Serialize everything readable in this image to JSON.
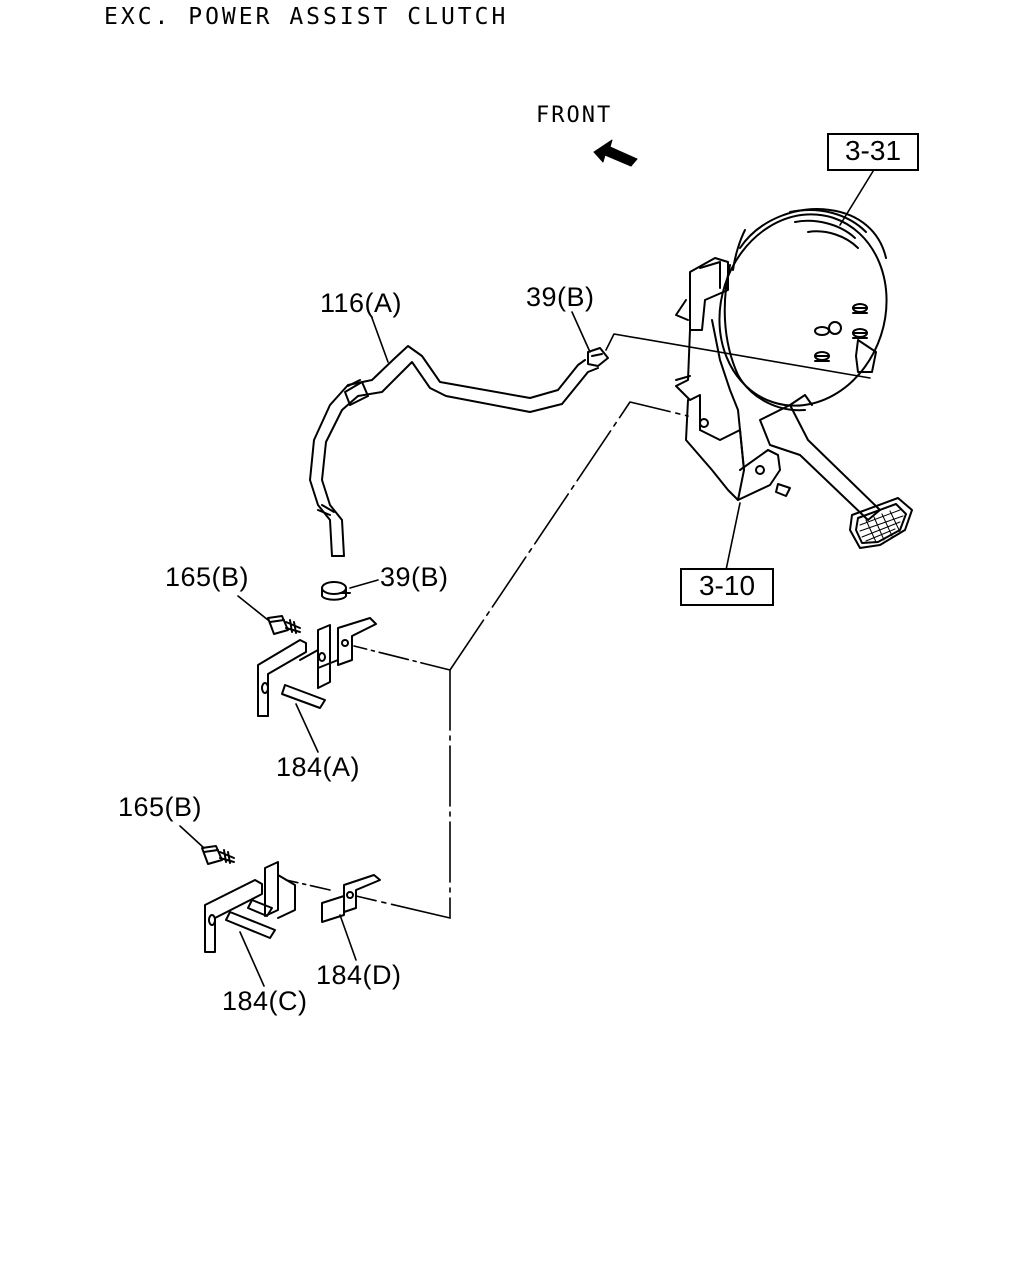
{
  "title": "EXC. POWER ASSIST CLUTCH",
  "orientation": {
    "label": "FRONT",
    "arrow_icon": "front-arrow-icon"
  },
  "reference_boxes": {
    "ref_3_31": "3-31",
    "ref_3_10": "3-10"
  },
  "callouts": {
    "hose_116a": "116(A)",
    "clip_39b_upper": "39(B)",
    "clip_39b_lower": "39(B)",
    "bolt_165b_upper": "165(B)",
    "bolt_165b_lower": "165(B)",
    "bracket_184a": "184(A)",
    "bracket_184c": "184(C)",
    "bracket_184d": "184(D)"
  },
  "colors": {
    "line": "#000000",
    "background": "#ffffff"
  }
}
